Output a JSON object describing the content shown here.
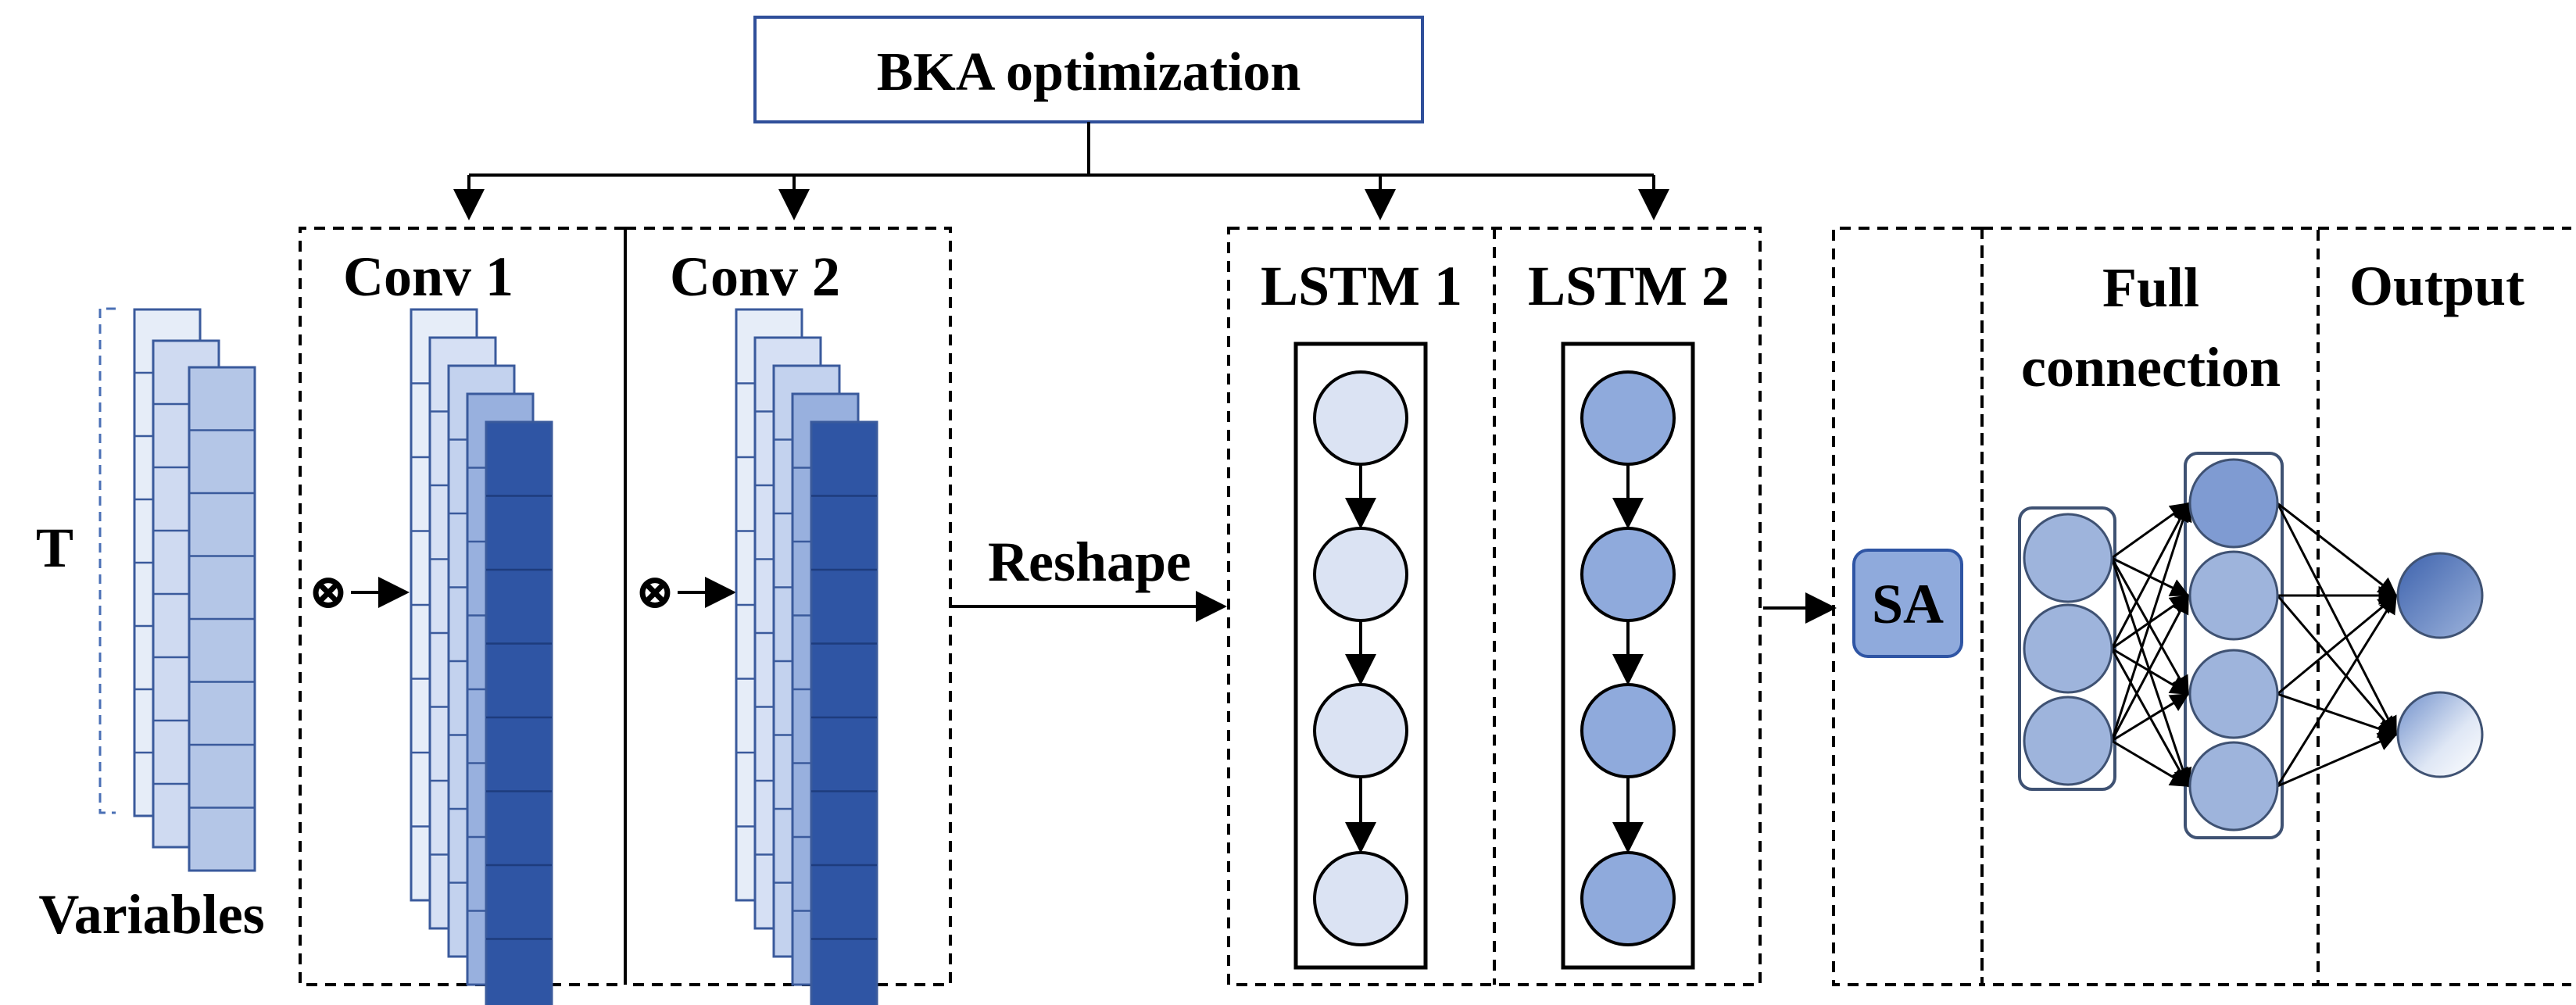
{
  "top_box": {
    "label": "BKA optimization"
  },
  "input": {
    "time_label": "T",
    "variables_label": "Variables"
  },
  "conv_blocks": [
    {
      "label": "Conv 1",
      "operator": "⊗"
    },
    {
      "label": "Conv 2",
      "operator": "⊗"
    }
  ],
  "reshape": {
    "label": "Reshape"
  },
  "lstm_blocks": [
    {
      "label": "LSTM 1",
      "units": 4
    },
    {
      "label": "LSTM 2",
      "units": 4
    }
  ],
  "attention": {
    "label": "SA"
  },
  "full_connection": {
    "label_line1": "Full",
    "label_line2": "connection",
    "layer_sizes": [
      3,
      4
    ]
  },
  "output": {
    "label": "Output",
    "units": 2
  },
  "colors": {
    "stroke": "#000000",
    "top_box_border": "#2f4f9a",
    "dash_border": "#000000",
    "lstm1_node": "#dbe3f3",
    "lstm2_node": "#8faadc",
    "dark_blue": "#2f55a4",
    "sa_fill": "#8faadc",
    "sa_border": "#2f55a4",
    "fc_node": "#9eb4dc",
    "input_layer1": "#e6edf8",
    "input_layer2": "#cfdaf1",
    "input_layer3": "#b4c6e7"
  }
}
